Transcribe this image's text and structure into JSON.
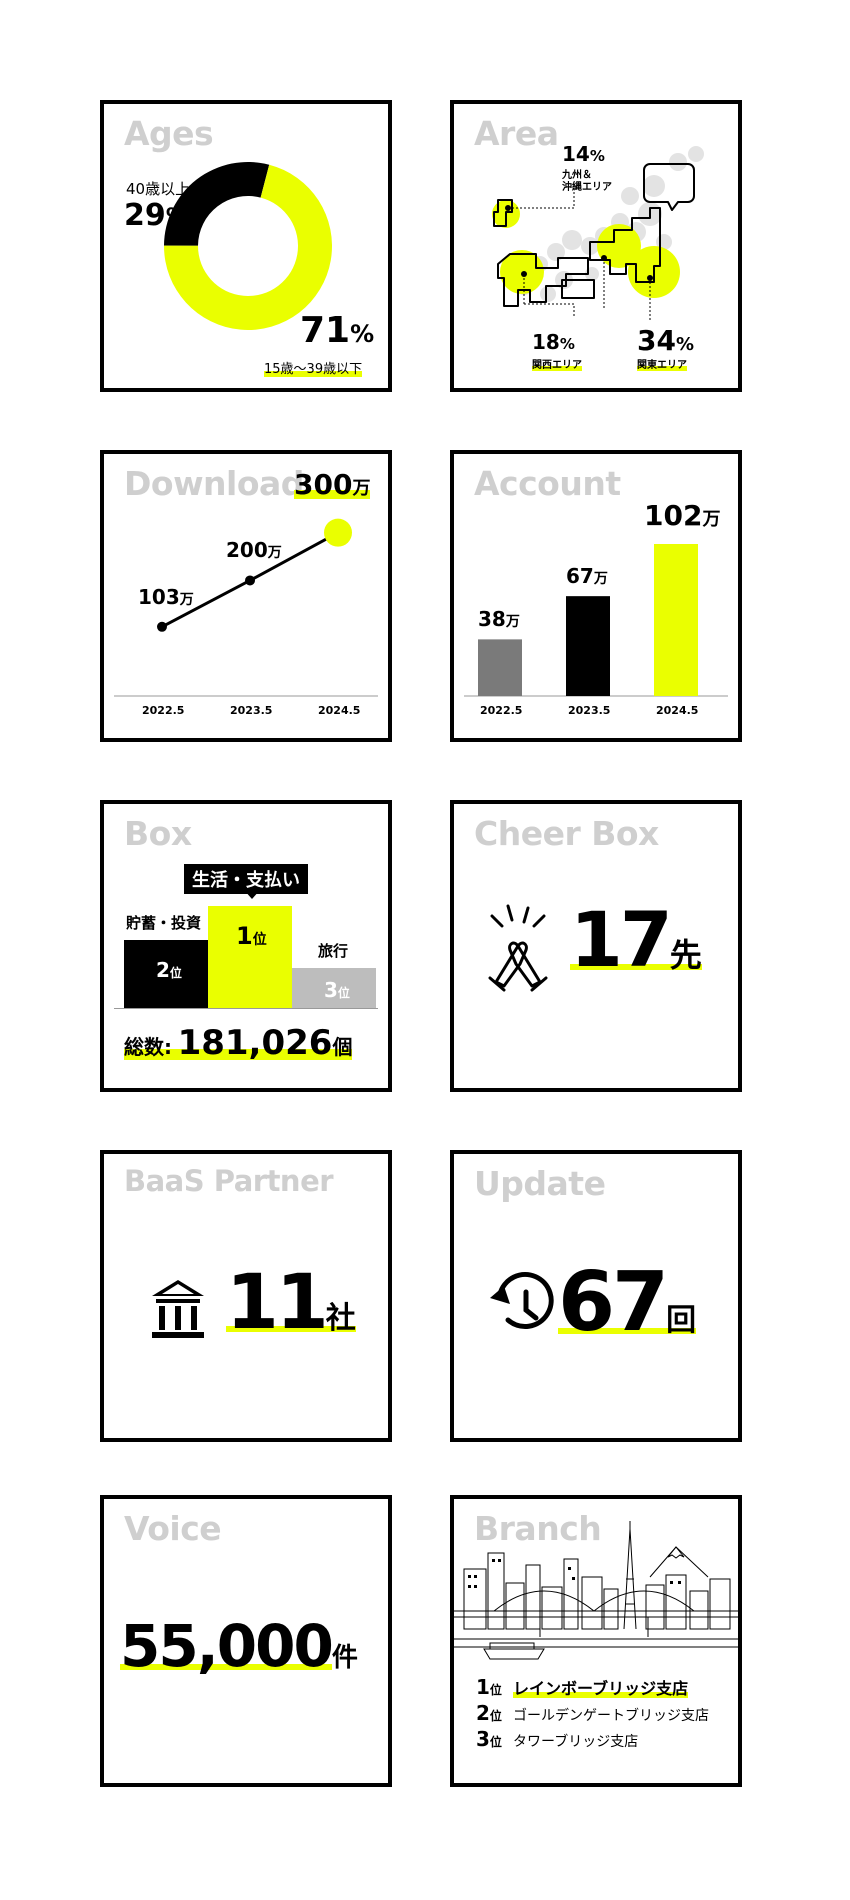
{
  "accent_color": "#eaff00",
  "ages": {
    "title": "Ages",
    "older": {
      "label": "40歳以上",
      "value": "29",
      "pct": "%"
    },
    "younger": {
      "label": "15歳～39歳以下",
      "value": "71",
      "pct": "%"
    }
  },
  "area": {
    "title": "Area",
    "kyushu": {
      "value": "14",
      "pct": "%",
      "label1": "九州＆",
      "label2": "沖縄エリア"
    },
    "kansai": {
      "value": "18",
      "pct": "%",
      "label": "関西エリア"
    },
    "kanto": {
      "value": "34",
      "pct": "%",
      "label": "関東エリア"
    }
  },
  "download": {
    "title": "Download",
    "points": [
      {
        "num": "103",
        "unit": "万"
      },
      {
        "num": "200",
        "unit": "万"
      },
      {
        "num": "300",
        "unit": "万"
      }
    ],
    "years": [
      "2022.5",
      "2023.5",
      "2024.5"
    ]
  },
  "account": {
    "title": "Account",
    "bars": [
      {
        "num": "38",
        "unit": "万"
      },
      {
        "num": "67",
        "unit": "万"
      },
      {
        "num": "102",
        "unit": "万"
      }
    ],
    "years": [
      "2022.5",
      "2023.5",
      "2024.5"
    ]
  },
  "box": {
    "title": "Box",
    "first": {
      "category": "生活・支払い",
      "rank": "1",
      "suffix": "位"
    },
    "second": {
      "category": "貯蓄・投資",
      "rank": "2",
      "suffix": "位"
    },
    "third": {
      "category": "旅行",
      "rank": "3",
      "suffix": "位"
    },
    "total_label": "総数:",
    "total_value": "181,026",
    "total_unit": "個"
  },
  "cheer_box": {
    "title": "Cheer Box",
    "value": "17",
    "unit": "先",
    "icon": "clapping-hands-icon"
  },
  "baas": {
    "title": "BaaS Partner",
    "value": "11",
    "unit": "社",
    "icon": "bank-icon"
  },
  "update": {
    "title": "Update",
    "value": "67",
    "unit": "回",
    "icon": "history-clock-icon"
  },
  "voice": {
    "title": "Voice",
    "value": "55,000",
    "unit": "件"
  },
  "branch": {
    "title": "Branch",
    "ranks": [
      {
        "rank": "1",
        "suffix": "位",
        "name": "レインボーブリッジ支店"
      },
      {
        "rank": "2",
        "suffix": "位",
        "name": "ゴールデンゲートブリッジ支店"
      },
      {
        "rank": "3",
        "suffix": "位",
        "name": "タワーブリッジ支店"
      }
    ]
  },
  "chart_data": [
    {
      "type": "pie",
      "title": "Ages",
      "categories": [
        "40歳以上",
        "15歳～39歳以下"
      ],
      "values": [
        29,
        71
      ]
    },
    {
      "type": "line",
      "title": "Download",
      "x": [
        "2022.5",
        "2023.5",
        "2024.5"
      ],
      "y": [
        103,
        200,
        300
      ],
      "unit": "万"
    },
    {
      "type": "bar",
      "title": "Account",
      "categories": [
        "2022.5",
        "2023.5",
        "2024.5"
      ],
      "values": [
        38,
        67,
        102
      ],
      "unit": "万"
    },
    {
      "type": "bar",
      "title": "Box",
      "categories": [
        "貯蓄・投資",
        "生活・支払い",
        "旅行"
      ],
      "values": [
        2,
        1,
        3
      ],
      "value_meaning": "rank"
    }
  ]
}
